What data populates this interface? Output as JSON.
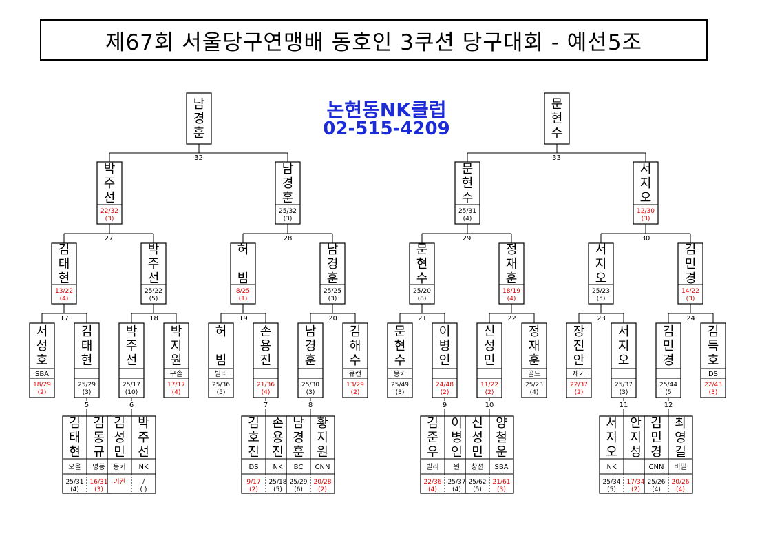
{
  "title": "제67회 서울당구연맹배 동호인 3쿠션 당구대회 - 예선5조",
  "club": {
    "name": "논현동NK클럽",
    "phone": "02-515-4209"
  },
  "colors": {
    "score_red": "#e00000",
    "score_black": "#000000",
    "club_blue": "#1d2bd6"
  },
  "boxes": [
    {
      "id": "t1",
      "name": "남경훈"
    },
    {
      "id": "t2",
      "name": "문현수"
    },
    {
      "id": "s1",
      "name": "박주선",
      "score": "22/32",
      "rank": "(3)",
      "red": true
    },
    {
      "id": "s2",
      "name": "남경훈",
      "score": "25/32",
      "rank": "(3)",
      "red": false
    },
    {
      "id": "s3",
      "name": "문현수",
      "score": "25/31",
      "rank": "(4)",
      "red": false
    },
    {
      "id": "s4",
      "name": "서지오",
      "score": "12/30",
      "rank": "(3)",
      "red": true
    },
    {
      "id": "q1",
      "name": "김태현",
      "score": "13/22",
      "rank": "(4)",
      "red": true
    },
    {
      "id": "q2",
      "name": "박주선",
      "score": "25/22",
      "rank": "(5)",
      "red": false
    },
    {
      "id": "q3",
      "name": "허 빔",
      "score": "8/25",
      "rank": "(1)",
      "red": true
    },
    {
      "id": "q4",
      "name": "남경훈",
      "score": "25/25",
      "rank": "(3)",
      "red": false
    },
    {
      "id": "q5",
      "name": "문현수",
      "score": "25/20",
      "rank": "(8)",
      "red": false
    },
    {
      "id": "q6",
      "name": "정재훈",
      "score": "18/19",
      "rank": "(4)",
      "red": true
    },
    {
      "id": "q7",
      "name": "서지오",
      "score": "25/23",
      "rank": "(5)",
      "red": false
    },
    {
      "id": "q8",
      "name": "김민경",
      "score": "14/22",
      "rank": "(3)",
      "red": true
    },
    {
      "id": "r1",
      "name": "서성호",
      "club": "SBA",
      "score": "18/29",
      "rank": "(2)",
      "red": true
    },
    {
      "id": "r2",
      "name": "김태현",
      "club": "",
      "score": "25/29",
      "rank": "(3)",
      "red": false
    },
    {
      "id": "r3",
      "name": "박주선",
      "club": "",
      "score": "25/17",
      "rank": "(10)",
      "red": false
    },
    {
      "id": "r4",
      "name": "박지원",
      "club": "구솔",
      "score": "17/17",
      "rank": "(4)",
      "red": true
    },
    {
      "id": "r5",
      "name": "허 빔",
      "club": "빌리",
      "score": "25/36",
      "rank": "(5)",
      "red": false
    },
    {
      "id": "r6",
      "name": "손용진",
      "club": "",
      "score": "21/36",
      "rank": "(4)",
      "red": true
    },
    {
      "id": "r7",
      "name": "남경훈",
      "club": "",
      "score": "25/30",
      "rank": "(3)",
      "red": false
    },
    {
      "id": "r8",
      "name": "김해수",
      "club": "큐캔",
      "score": "13/29",
      "rank": "(2)",
      "red": true
    },
    {
      "id": "r9",
      "name": "문현수",
      "club": "몽키",
      "score": "25/49",
      "rank": "(3)",
      "red": false
    },
    {
      "id": "r10",
      "name": "이병인",
      "club": "",
      "score": "24/48",
      "rank": "(2)",
      "red": true
    },
    {
      "id": "r11",
      "name": "신성민",
      "club": "",
      "score": "11/22",
      "rank": "(2)",
      "red": true
    },
    {
      "id": "r12",
      "name": "정재훈",
      "club": "골드",
      "score": "25/23",
      "rank": "(4)",
      "red": false
    },
    {
      "id": "r13",
      "name": "장진안",
      "club": "제기",
      "score": "22/37",
      "rank": "(2)",
      "red": true
    },
    {
      "id": "r14",
      "name": "서지오",
      "club": "",
      "score": "25/37",
      "rank": "(3)",
      "red": false
    },
    {
      "id": "r15",
      "name": "김민경",
      "club": "",
      "score": "25/44",
      "rank": "(5",
      "red": false
    },
    {
      "id": "r16",
      "name": "김득호",
      "club": "DS",
      "score": "22/43",
      "rank": "(3)",
      "red": true
    }
  ],
  "pairs": [
    {
      "id": "p5",
      "players": [
        {
          "name": "김태현",
          "club": "오올",
          "score": "25/31",
          "rank": "(4)",
          "red": false
        },
        {
          "name": "김동규",
          "club": "명동",
          "score": "16/31",
          "rank": "(3)",
          "red": true
        }
      ]
    },
    {
      "id": "p6",
      "players": [
        {
          "name": "김성민",
          "club": "몽키",
          "score": "기권",
          "rank": "",
          "red": true
        },
        {
          "name": "박주선",
          "club": "NK",
          "score": "/",
          "rank": "( )",
          "red": false
        }
      ]
    },
    {
      "id": "p7",
      "players": [
        {
          "name": "김호진",
          "club": "DS",
          "score": "9/17",
          "rank": "(2)",
          "red": true
        },
        {
          "name": "손용진",
          "club": "NK",
          "score": "25/18",
          "rank": "(5)",
          "red": false
        }
      ]
    },
    {
      "id": "p8",
      "players": [
        {
          "name": "남경훈",
          "club": "BC",
          "score": "25/29",
          "rank": "(6)",
          "red": false
        },
        {
          "name": "황지원",
          "club": "CNN",
          "score": "20/28",
          "rank": "(2)",
          "red": true
        }
      ]
    },
    {
      "id": "p9",
      "players": [
        {
          "name": "김준우",
          "club": "빌리",
          "score": "22/36",
          "rank": "(4)",
          "red": true
        },
        {
          "name": "이병인",
          "club": "윈",
          "score": "25/37",
          "rank": "(4)",
          "red": false
        }
      ]
    },
    {
      "id": "p10",
      "players": [
        {
          "name": "신성민",
          "club": "창선",
          "score": "25/62",
          "rank": "(5)",
          "red": false
        },
        {
          "name": "양철운",
          "club": "SBA",
          "score": "21/61",
          "rank": "(3)",
          "red": true
        }
      ]
    },
    {
      "id": "p11",
      "players": [
        {
          "name": "서지오",
          "club": "NK",
          "score": "25/34",
          "rank": "(5)",
          "red": false
        },
        {
          "name": "안지성",
          "club": "",
          "score": "17/34",
          "rank": "(2)",
          "red": true
        }
      ]
    },
    {
      "id": "p12",
      "players": [
        {
          "name": "김민경",
          "club": "CNN",
          "score": "25/26",
          "rank": "(4)",
          "red": false
        },
        {
          "name": "최영길",
          "club": "비밀",
          "score": "20/26",
          "rank": "(4)",
          "red": true
        }
      ]
    }
  ],
  "matches": [
    {
      "n": "5",
      "children": [
        "p5"
      ],
      "parent": "r2"
    },
    {
      "n": "6",
      "children": [
        "p6"
      ],
      "parent": "r3"
    },
    {
      "n": "7",
      "children": [
        "p7"
      ],
      "parent": "r6"
    },
    {
      "n": "8",
      "children": [
        "p8"
      ],
      "parent": "r7"
    },
    {
      "n": "9",
      "children": [
        "p9"
      ],
      "parent": "r10"
    },
    {
      "n": "10",
      "children": [
        "p10"
      ],
      "parent": "r11"
    },
    {
      "n": "11",
      "children": [
        "p11"
      ],
      "parent": "r14"
    },
    {
      "n": "12",
      "children": [
        "p12"
      ],
      "parent": "r15"
    },
    {
      "n": "17",
      "children": [
        "r1",
        "r2"
      ],
      "parent": "q1"
    },
    {
      "n": "18",
      "children": [
        "r3",
        "r4"
      ],
      "parent": "q2"
    },
    {
      "n": "19",
      "children": [
        "r5",
        "r6"
      ],
      "parent": "q3"
    },
    {
      "n": "20",
      "children": [
        "r7",
        "r8"
      ],
      "parent": "q4"
    },
    {
      "n": "21",
      "children": [
        "r9",
        "r10"
      ],
      "parent": "q5"
    },
    {
      "n": "22",
      "children": [
        "r11",
        "r12"
      ],
      "parent": "q6"
    },
    {
      "n": "23",
      "children": [
        "r13",
        "r14"
      ],
      "parent": "q7"
    },
    {
      "n": "24",
      "children": [
        "r15",
        "r16"
      ],
      "parent": "q8"
    },
    {
      "n": "27",
      "children": [
        "q1",
        "q2"
      ],
      "parent": "s1"
    },
    {
      "n": "28",
      "children": [
        "q3",
        "q4"
      ],
      "parent": "s2"
    },
    {
      "n": "29",
      "children": [
        "q5",
        "q6"
      ],
      "parent": "s3"
    },
    {
      "n": "30",
      "children": [
        "q7",
        "q8"
      ],
      "parent": "s4"
    },
    {
      "n": "32",
      "children": [
        "s1",
        "s2"
      ],
      "parent": "t1"
    },
    {
      "n": "33",
      "children": [
        "s3",
        "s4"
      ],
      "parent": "t2"
    }
  ]
}
